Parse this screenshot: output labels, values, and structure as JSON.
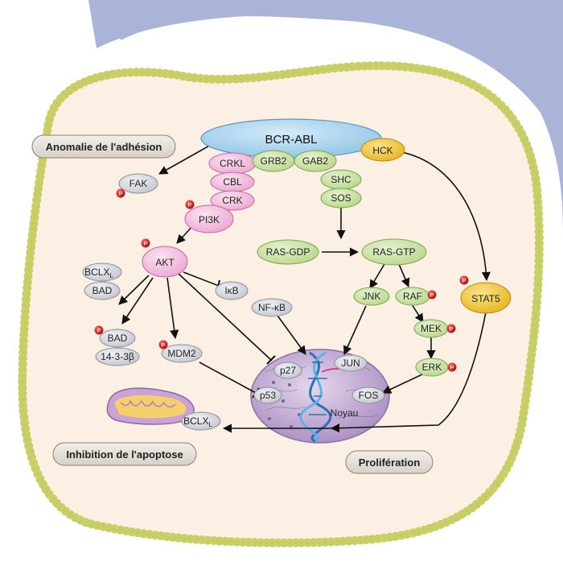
{
  "labels": {
    "bcr_abl": "BCR-ABL",
    "crkl": "CRKL",
    "cbl": "CBL",
    "crk": "CRK",
    "grb2": "GRB2",
    "gab2": "GAB2",
    "hck": "HCK",
    "shc": "SHC",
    "sos": "SOS",
    "fak": "FAK",
    "pi3k": "PI3K",
    "akt": "AKT",
    "ras_gdp": "RAS-GDP",
    "ras_gtp": "RAS-GTP",
    "jnk": "JNK",
    "raf": "RAF",
    "mek": "MEK",
    "erk": "ERK",
    "stat5": "STAT5",
    "bclx_top": "BCLX",
    "bclx_top_sub": "L",
    "bad_top": "BAD",
    "bad_bottom": "BAD",
    "b1433": "14-3-3β",
    "ikb": "IκB",
    "nfkb": "NF-κB",
    "mdm2": "MDM2",
    "p27": "p27",
    "p53": "p53",
    "jun": "JUN",
    "fos": "FOS",
    "noyau": "Noyau",
    "bclx_bottom": "BCLX",
    "bclx_bottom_sub": "L",
    "phospho": "P"
  },
  "callouts": {
    "adhesion": "Anomalie de l'adhésion",
    "apoptose": "Inhibition de l'apoptose",
    "proliferation": "Prolifération"
  },
  "colors": {
    "background_blue": "#aab4d8",
    "cytoplasm": "#fcefe3",
    "membrane_bead": "#c8cf66",
    "bcr_abl": "#a9d4ee",
    "pink": "#f4bde0",
    "green": "#cde4a8",
    "yellow": "#f2c93a",
    "gray": "#d7d9e0",
    "phospho": "#d22020",
    "nucleus": "#c7b3d6"
  }
}
